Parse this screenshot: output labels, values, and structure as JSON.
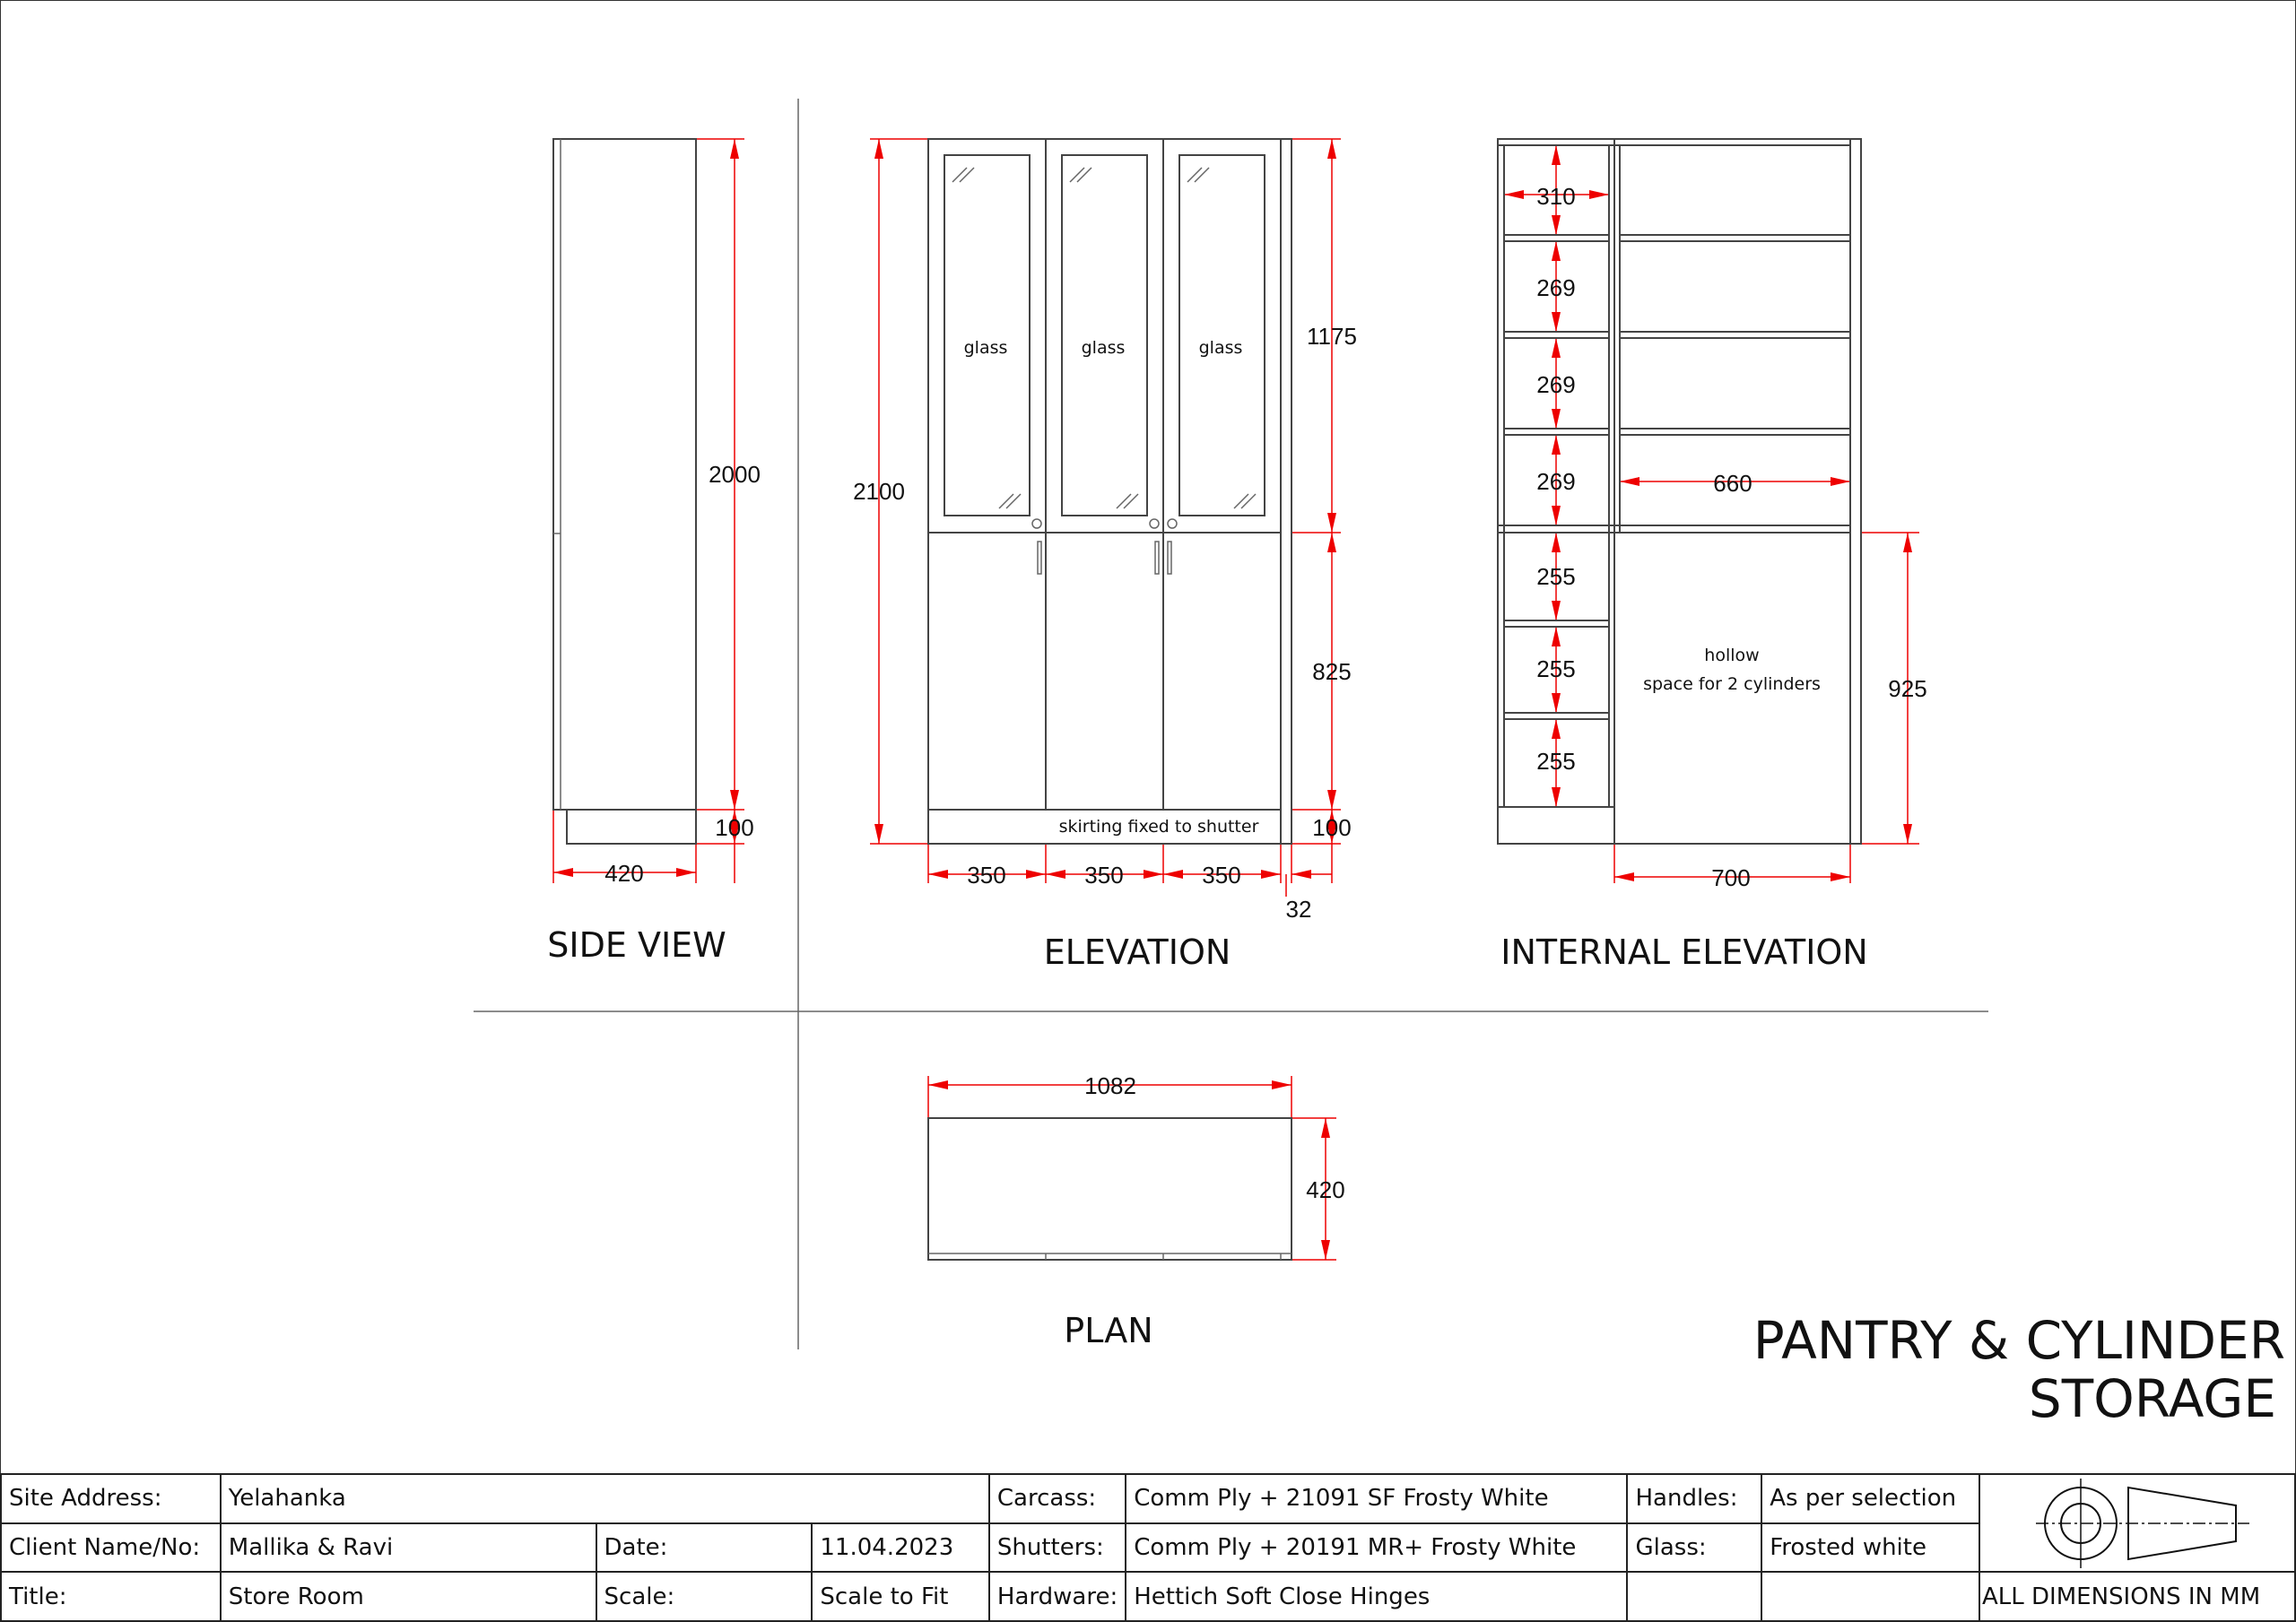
{
  "views": {
    "side": {
      "title": "SIDE VIEW",
      "height": "2000",
      "skirting": "100",
      "depth": "420"
    },
    "elevation": {
      "title": "ELEVATION",
      "total_height": "2100",
      "upper": "1175",
      "lower": "825",
      "skirting": "100",
      "door_widths": [
        "350",
        "350",
        "350"
      ],
      "side_panel": "32",
      "glass_labels": [
        "glass",
        "glass",
        "glass"
      ],
      "skirting_note": "skirting fixed to shutter"
    },
    "internal": {
      "title": "INTERNAL ELEVATION",
      "column_width": "310",
      "upper_shelves": [
        "269",
        "269",
        "269"
      ],
      "lower_shelves": [
        "255",
        "255",
        "255"
      ],
      "right_width": "660",
      "hollow_height": "925",
      "bottom_width": "700",
      "hollow_note_1": "hollow",
      "hollow_note_2": "space for 2 cylinders"
    },
    "plan": {
      "title": "PLAN",
      "width": "1082",
      "depth": "420"
    }
  },
  "drawing_title": {
    "line1": "PANTRY & CYLINDER",
    "line2": "STORAGE"
  },
  "title_block": {
    "site_label": "Site Address:",
    "site": "Yelahanka",
    "client_label": "Client Name/No:",
    "client": "Mallika & Ravi",
    "title_label": "Title:",
    "title": "Store Room",
    "date_label": "Date:",
    "date": "11.04.2023",
    "scale_label": "Scale:",
    "scale": "Scale to Fit",
    "carcass_label": "Carcass:",
    "carcass": "Comm Ply + 21091 SF Frosty White",
    "shutters_label": "Shutters:",
    "shutters": "Comm Ply + 20191 MR+ Frosty White",
    "hardware_label": "Hardware:",
    "hardware": "Hettich Soft Close Hinges",
    "handles_label": "Handles:",
    "handles": "As per selection",
    "glass_label": "Glass:",
    "glass": "Frosted white",
    "units": "ALL DIMENSIONS IN MM"
  }
}
